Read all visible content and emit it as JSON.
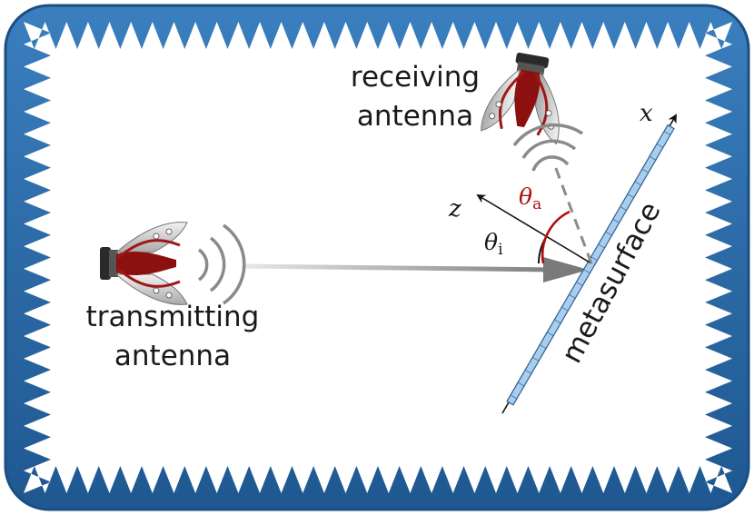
{
  "labels": {
    "transmitting_line1": "transmitting",
    "transmitting_line2": "antenna",
    "receiving_line1": "receiving",
    "receiving_line2": "antenna",
    "metasurface": "metasurface",
    "axis_x": "x",
    "axis_z": "z",
    "theta_i_symbol": "θ",
    "theta_i_sub": "i",
    "theta_a_symbol": "θ",
    "theta_a_sub": "a"
  },
  "colors": {
    "frame_blue": "#2e6fac",
    "frame_light": "#4d8fcb",
    "metasurface_fill": "#a9cdee",
    "angle_red": "#b00d0d",
    "antenna_red": "#8c1010",
    "wave_gray": "#8a8a8a"
  },
  "icons": {
    "transmitting": "horn-antenna-icon",
    "receiving": "horn-antenna-icon"
  }
}
